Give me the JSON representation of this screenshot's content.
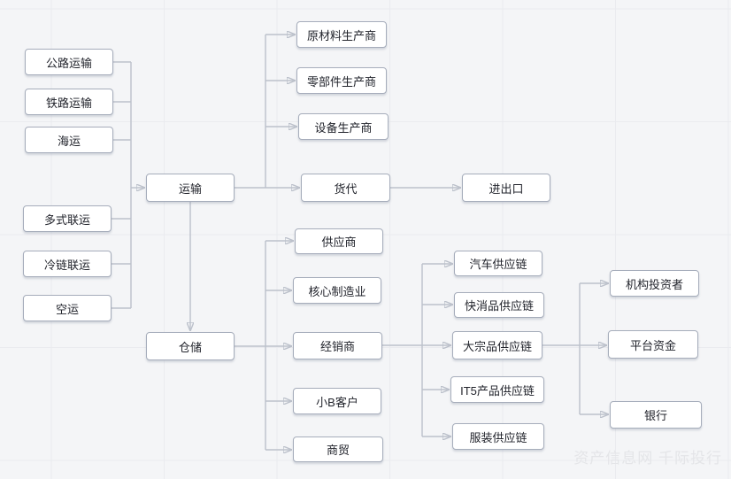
{
  "watermark": "资产信息网 千际投行",
  "colors": {
    "background": "#f4f5f7",
    "grid_line": "#eaebef",
    "node_fill": "#ffffff",
    "node_border": "#a6adbb",
    "edge": "#bcc1cb",
    "text": "#22242c",
    "watermark": "#e4e5e8"
  },
  "diagram": {
    "nodes": {
      "road": "公路运输",
      "rail": "铁路运输",
      "sea": "海运",
      "multimodal": "多式联运",
      "cold_chain": "冷链联运",
      "air": "空运",
      "transport": "运输",
      "warehousing": "仓储",
      "raw_material": "原材料生产商",
      "parts": "零部件生产商",
      "equipment": "设备生产商",
      "freight_forwarder": "货代",
      "import_export": "进出口",
      "supplier": "供应商",
      "core_manufacturing": "核心制造业",
      "distributor": "经销商",
      "small_b": "小B客户",
      "commerce": "商贸",
      "auto_sc": "汽车供应链",
      "fmcg_sc": "快消品供应链",
      "bulk_sc": "大宗品供应链",
      "it5_sc": "IT5产品供应链",
      "apparel_sc": "服装供应链",
      "institutional": "机构投资者",
      "platform_funds": "平台资金",
      "bank": "银行"
    },
    "edges": [
      {
        "from": "road",
        "to": "transport"
      },
      {
        "from": "rail",
        "to": "transport"
      },
      {
        "from": "sea",
        "to": "transport"
      },
      {
        "from": "multimodal",
        "to": "transport"
      },
      {
        "from": "cold_chain",
        "to": "transport"
      },
      {
        "from": "air",
        "to": "transport"
      },
      {
        "from": "transport",
        "to": "raw_material"
      },
      {
        "from": "transport",
        "to": "parts"
      },
      {
        "from": "transport",
        "to": "equipment"
      },
      {
        "from": "transport",
        "to": "freight_forwarder"
      },
      {
        "from": "freight_forwarder",
        "to": "import_export"
      },
      {
        "from": "transport",
        "to": "warehousing"
      },
      {
        "from": "warehousing",
        "to": "supplier"
      },
      {
        "from": "warehousing",
        "to": "core_manufacturing"
      },
      {
        "from": "warehousing",
        "to": "distributor"
      },
      {
        "from": "warehousing",
        "to": "small_b"
      },
      {
        "from": "warehousing",
        "to": "commerce"
      },
      {
        "from": "distributor",
        "to": "auto_sc"
      },
      {
        "from": "distributor",
        "to": "fmcg_sc"
      },
      {
        "from": "distributor",
        "to": "bulk_sc"
      },
      {
        "from": "distributor",
        "to": "it5_sc"
      },
      {
        "from": "distributor",
        "to": "apparel_sc"
      },
      {
        "from": "bulk_sc",
        "to": "institutional"
      },
      {
        "from": "bulk_sc",
        "to": "platform_funds"
      },
      {
        "from": "bulk_sc",
        "to": "bank"
      }
    ]
  }
}
